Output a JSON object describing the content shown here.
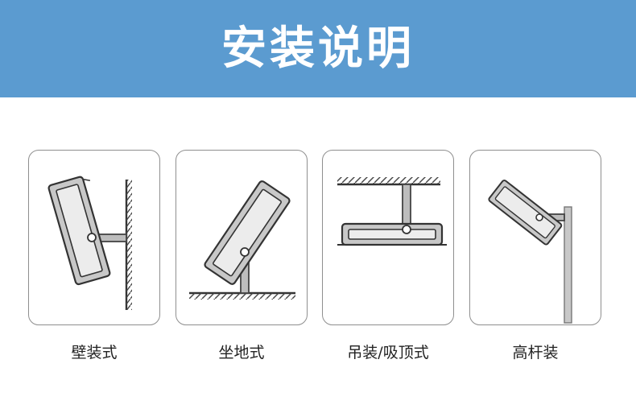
{
  "banner": {
    "title": "安装说明",
    "background_color": "#5b9bd0"
  },
  "methods": [
    {
      "label": "壁装式",
      "icon": "wall-mount-icon"
    },
    {
      "label": "坐地式",
      "icon": "floor-mount-icon"
    },
    {
      "label": "吊装/吸顶式",
      "icon": "ceiling-mount-icon"
    },
    {
      "label": "高杆装",
      "icon": "pole-mount-icon"
    }
  ]
}
